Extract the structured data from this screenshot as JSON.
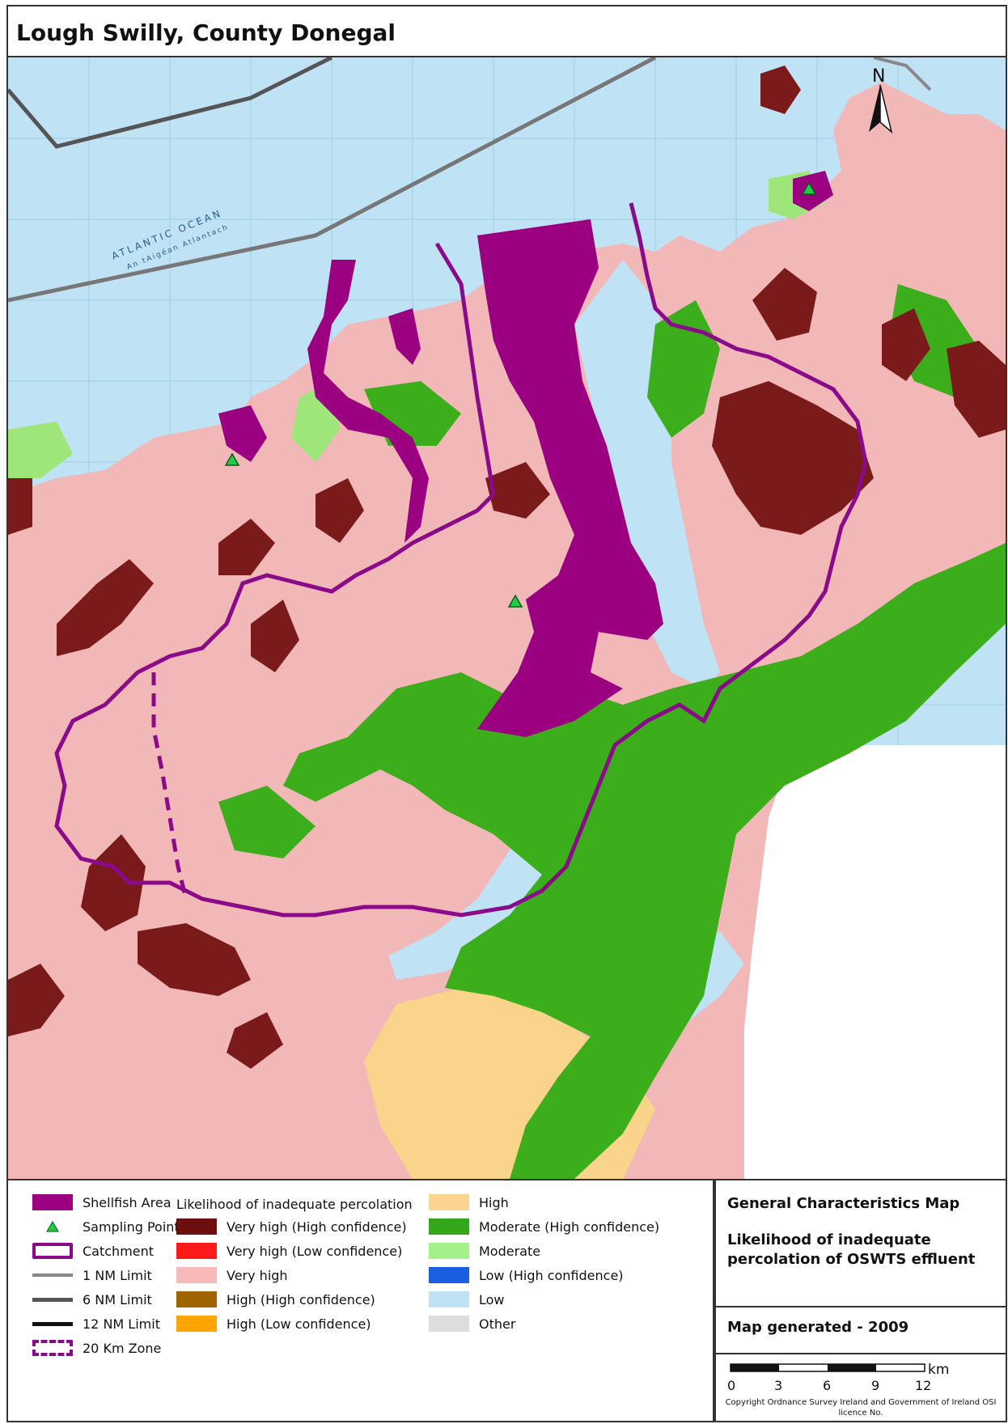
{
  "title": "Lough Swilly, County Donegal",
  "map": {
    "north_label": "N",
    "ocean_label": "ATLANTIC OCEAN",
    "ocean_sublabel": "An tAigéan Atlantach",
    "colors": {
      "sea": "#bfe3f5",
      "very_high": "#f2b8b8",
      "very_high_high_conf": "#7a1a1a",
      "moderate_high_conf": "#3cae1c",
      "moderate": "#9ee67a",
      "high": "#f9d48a",
      "low": "#bfe3f5",
      "shellfish": "#9b0080",
      "catchment": "#8a0a8a"
    }
  },
  "legend": {
    "left": [
      {
        "label": "Shellfish Area",
        "symbol": "swatch",
        "color": "#9b0080"
      },
      {
        "label": "Sampling Point",
        "symbol": "triangle",
        "color": "#22cc44"
      },
      {
        "label": "Catchment",
        "symbol": "outline",
        "color": "#8a0a8a"
      },
      {
        "label": "1 NM Limit",
        "symbol": "line",
        "color": "#888888"
      },
      {
        "label": "6 NM Limit",
        "symbol": "line",
        "color": "#555555"
      },
      {
        "label": "12 NM Limit",
        "symbol": "line",
        "color": "#111111"
      },
      {
        "label": "20 Km Zone",
        "symbol": "dashed",
        "color": "#8a0a8a"
      }
    ],
    "percolation_header": "Likelihood of inadequate percolation",
    "middle": [
      {
        "label": "Very high (High confidence)",
        "color": "#6b0f0f"
      },
      {
        "label": "Very high (Low confidence)",
        "color": "#ff1a1a"
      },
      {
        "label": "Very high",
        "color": "#f7b9b9"
      },
      {
        "label": "High (High confidence)",
        "color": "#a06400"
      },
      {
        "label": "High (Low confidence)",
        "color": "#ffa500"
      }
    ],
    "right": [
      {
        "label": "High",
        "color": "#fbd58f"
      },
      {
        "label": "Moderate (High confidence)",
        "color": "#33a61a"
      },
      {
        "label": "Moderate",
        "color": "#a6f08a"
      },
      {
        "label": "Low (High confidence)",
        "color": "#1a5fe0"
      },
      {
        "label": "Low",
        "color": "#bfe3f5"
      },
      {
        "label": "Other",
        "color": "#dddddd"
      }
    ]
  },
  "info": {
    "heading": "General Characteristics Map",
    "subheading": "Likelihood of inadequate percolation of OSWTS effluent",
    "generated": "Map generated - 2009",
    "scale_unit": "km",
    "scale_ticks": [
      "0",
      "3",
      "6",
      "9",
      "12"
    ],
    "copyright": "Copyright Ordnance Survey Ireland and Government of Ireland OSI licence No."
  }
}
